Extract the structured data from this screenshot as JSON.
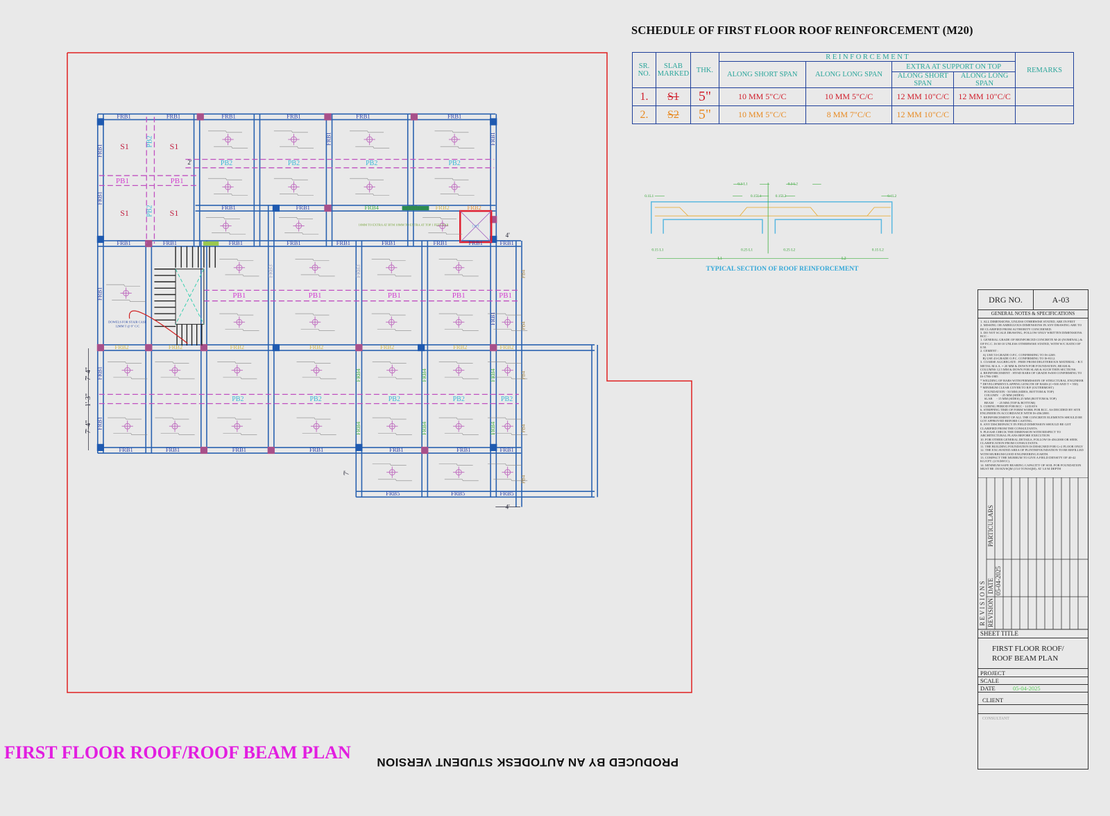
{
  "schedule": {
    "title": "SCHEDULE OF FIRST FLOOR ROOF  REINFORCEMENT (M20)",
    "headers": {
      "sr_no": "SR. NO.",
      "slab_marked": "SLAB MARKED",
      "thk": "THK.",
      "reinforcement": "R E I N F O R C E M E N T",
      "along_short_span": "ALONG SHORT SPAN",
      "along_long_span": "ALONG LONG SPAN",
      "extra_at_support": "EXTRA AT SUPPORT ON TOP",
      "extra_short": "ALONG SHORT SPAN",
      "extra_long": "ALONG LONG SPAN",
      "remarks": "REMARKS"
    },
    "rows": [
      {
        "sr": "1.",
        "slab": "S1",
        "thk": "5\"",
        "short": "10 MM 5\"C/C",
        "long": "10 MM 5\"C/C",
        "extra_short": "12 MM 10\"C/C",
        "extra_long": "12 MM 10\"C/C",
        "remarks": ""
      },
      {
        "sr": "2.",
        "slab": "S2",
        "thk": "5\"",
        "short": "10 MM 5\"C/C",
        "long": "8 MM 7\"C/C",
        "extra_short": "12 MM 10\"C/C",
        "extra_long": "",
        "remarks": ""
      }
    ]
  },
  "section": {
    "title": "TYPICAL SECTION OF ROOF REINFORCEMENT",
    "top_dims": [
      "0.1L1",
      "0.3 L1",
      "0.3 L2",
      "0.15L1",
      "0.15L2",
      "0.1L2"
    ],
    "bottom_dims": [
      "0.15 L1",
      "0.25 L1",
      "0.25 L2",
      "0.15 L2"
    ],
    "span_dims": [
      "L1",
      "L2"
    ]
  },
  "plan": {
    "title": "FIRST FLOOR ROOF/ROOF BEAM  PLAN",
    "beam_labels": {
      "top": [
        "FRB1",
        "FRB1",
        "FRB1",
        "FRB1",
        "FRB1",
        "FRB1"
      ],
      "mid1": [
        "FRB1",
        "FRB1",
        "FRB4",
        "FRB1",
        "FRB2",
        "FRB2"
      ],
      "mid2": [
        "FRB1",
        "FRB1",
        "FRB1",
        "FRB1",
        "FRB1",
        "FRB1",
        "FRB1",
        "FRB1",
        "FRB1"
      ],
      "mid3": [
        "FRB2",
        "FRB2",
        "FRB2",
        "FRB2",
        "FRB2",
        "FRB2",
        "FRB2"
      ],
      "mid4": [
        "FRB1",
        "FRB1",
        "FRB1",
        "FRB1",
        "FRB1",
        "FRB1",
        "FRB1"
      ],
      "bottom": [
        "FRB5",
        "FRB5",
        "FRB5"
      ],
      "vertical": [
        "FRB1",
        "FRB1",
        "FRB1",
        "FRB1",
        "FRB1",
        "FRB1",
        "FRB3",
        "FRB3",
        "FRB1",
        "FRB1",
        "FRB4",
        "FRB4",
        "FRB4",
        "FRB4",
        "FRB4",
        "FRB4"
      ]
    },
    "slab_marks": [
      "S1",
      "S1",
      "S1",
      "S1"
    ],
    "pb1_labels": [
      "PB1",
      "PB1",
      "PB1",
      "PB1",
      "PB1",
      "PB1",
      "PB1"
    ],
    "pb2_labels": [
      "PB2",
      "PB2",
      "PB2",
      "PB2",
      "PB2",
      "PB2",
      "PB2",
      "PB2",
      "PB2"
    ],
    "pb2_vertical": [
      "PB2",
      "PB2"
    ],
    "pb4_labels": [
      "PB4",
      "PB4",
      "PB4",
      "PB4",
      "PB4"
    ],
    "dimensions": [
      "2'",
      "4'",
      "4'",
      "7'-4\"",
      "1'-3\"",
      "7'-4\"",
      "7'"
    ],
    "stair_note": "DOWELS FOR STAIR CASE",
    "stair_note2": "12MM T @ 9\" C/C",
    "lift_label": "LIFT",
    "extra_bar_note": "10MM TO EXTRA AT BTM 10MM TO EXTRA AT TOP 1 FEET BAR"
  },
  "title_block": {
    "drg_no_label": "DRG NO.",
    "drg_no": "A-03",
    "notes_title": "GENERAL NOTES & SPECIFICATIONS",
    "notes": "1. ALL DIMENSIONS, UNLESS OTHERWISE STATED, ARE IN FEET\n2. MISSING OR AMBIGUOUS DIMENSIONS IN ANY DRAWING ARE TO BE CLARIFIED FROM AUTHORITY CONCERNED.\n3. DO NOT SCALE DRAWING, FOLLOW ONLY WRITTEN DIMENSIONS.\nRCC :\n1. GENERAL GRADE OF REINFORCED CONCRETE M-20 (NOMINAL) & OF P.C.C. IS M-10 UNLESS OTHERWISE STATED, WITH W/C RATIO OF 0.50.\n2. CEMENT :\n   A) USE 53-GRADE O.P.C. CONFIRMING TO IS-2269.\n   B) USE 43-GRADE O.P.C. CONFIRMING TO IS-8112.\n3. COARSE AGGREGATE : FREE FROM DELETERIOUS MATERIAL - B.T. METAL M.S.A. = 20 MM & DOWN FOR FOUNDATION, BEAM & COLUMNS 12.5 MM & DOWN FOR SLAB & SUCH THIN SECTIONS.\n4. REINFORCEMENT : HYSD BARS OF GRADE Fe500 CONFIRMING TO IS-1786-1985\n* WELDING OF BARS WITH PERMISSION OF STRUCTURAL ENGINEER\n* DEVELOPMENT/LAPPING LENGTH OF BARS (C=500 AND T = 550)\n* MINIMUM CLEAR COVER TO R/F (OUTERMOST)\n     FOUNDATION - 50 MM (SIDES, BOTTOM & TOP)\n     COLUMN   - 25 MM (SIDES)\n     SLAB     - 15 MM (SIDES) 25 MM (BOTTOM & TOP)\n     BEAM     - 25 MM (TOP & BOTTOM)\n5. CURING PERIOD FOR RCC - 14 DAYS\n6. STRIPPING TIME OF FORM WORK FOR RCC. AS DECIDED BY SITE ENGINEER IN ACCORDANCE WITH IS-456/2000.\n7. REINFORCEMENT OF ALL THE CONCRETE ELEMENTS SHOULD BE GOT APPROVED BEFORE CASTING.\n8. ANY DISCREPANCY IN FIELD DIMENSION SHOULD BE GOT CLARIFIED FROM THE CONSULTANTS.\n9. PLEASE CHECK THE DIMENSION WITH RESPECT TO ARCHITECTURAL PLANS BEFORE EXECUTION\n10. FOR OTHER GENERAL DETAILS, FOLLOW IS-456/2000 OR SEEK CLARIFICATION FROM CONSULTANTS.\n11. THE BUILDING FOUNDATION IS DESIGNED FOR G+2 FLOOR ONLY\n12. THE EXCAVATED AREA OF PLINTH/FOUNDATION TO BE REFILLED WITH MURRUM/GOOD ENGINEERING EARTH.\n13. COMPACT THE MURRUM TO GIVE A FIELD DENSITY OF 40-42 KG/CFT. (2.5GM/CC).\n14. MINIMUM SAFE BEARING CAPACITY OF SOIL FOR FOUNDATION MUST BE 150 KN/SQM (15.0 TON/SQM). AT 3.0 M DEPTH",
    "revisions_label": "R E V I S I O N S",
    "particulars": "PARTICULARS",
    "date_label": "DATE",
    "revision_date": "05-04-2025",
    "revision_label": "REVISION",
    "sheet_title_label": "SHEET TITLE",
    "sheet_title_1": "FIRST FLOOR ROOF/",
    "sheet_title_2": "ROOF BEAM  PLAN",
    "project_label": "PROJECT",
    "scale_label": "SCALE",
    "date_row_label": "DATE",
    "date_value": "05-04-2025",
    "client_label": "CLIENT",
    "consultant_label": "CONSULTANT"
  },
  "watermark": "PRODUCED BY AN AUTODESK STUDENT VERSION",
  "colors": {
    "beam": "#2a62b0",
    "frb1_text": "#2a3fa8",
    "frb2_text": "#d2b84a",
    "frb4_text": "#3fae3f",
    "pb1": "#d23fd0",
    "pb2": "#3ab8d8",
    "boundary": "#e02020",
    "title": "#e21ee0"
  }
}
